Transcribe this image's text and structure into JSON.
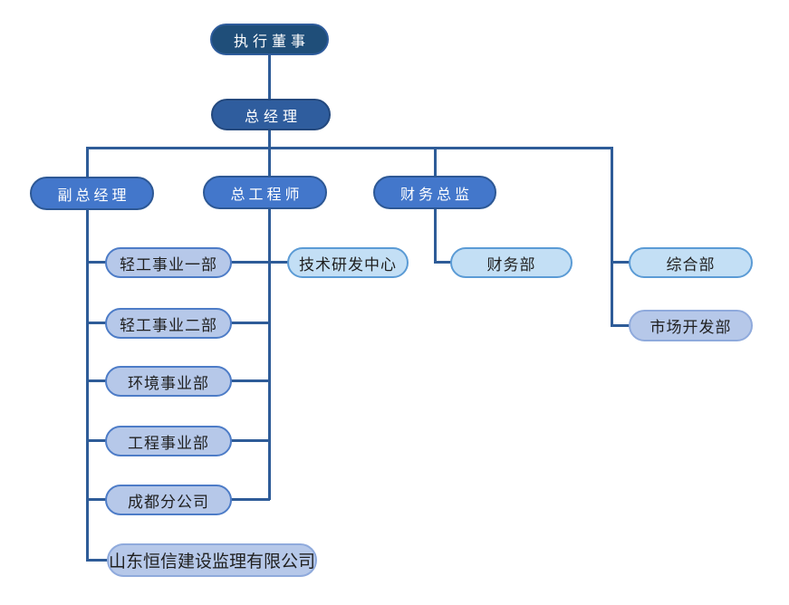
{
  "colors": {
    "line-color": "#2E5C98",
    "level1-fill": "#1F4E79",
    "level1-border": "#2E5C9C",
    "level2-fill": "#2F5D9E",
    "level2-border": "#24497E",
    "level3-fill": "#4377CB",
    "level3-border": "#2D5895",
    "periwinkle-fill": "#B6C8E9",
    "periwinkle-border": "#4D7CC7",
    "periwinkle-light-border": "#8FAADC",
    "sky-fill": "#C3DFF5",
    "sky-border": "#5B9BD5",
    "text-dark": "#1F1F1F"
  },
  "nodes": {
    "executive_director": {
      "label": "执行董事"
    },
    "general_manager": {
      "label": "总经理"
    },
    "deputy_general_manager": {
      "label": "副总经理"
    },
    "chief_engineer": {
      "label": "总工程师"
    },
    "finance_director": {
      "label": "财务总监"
    },
    "light_industry_dept_1": {
      "label": "轻工事业一部"
    },
    "light_industry_dept_2": {
      "label": "轻工事业二部"
    },
    "environment_dept": {
      "label": "环境事业部"
    },
    "engineering_dept": {
      "label": "工程事业部"
    },
    "chengdu_branch": {
      "label": "成都分公司"
    },
    "shandong_hengxin_supervision": {
      "label": "山东恒信建设监理有限公司"
    },
    "tech_rd_center": {
      "label": "技术研发中心"
    },
    "finance_dept": {
      "label": "财务部"
    },
    "general_affairs_dept": {
      "label": "综合部"
    },
    "market_dev_dept": {
      "label": "市场开发部"
    }
  },
  "edges": [
    [
      "executive_director",
      "general_manager"
    ],
    [
      "general_manager",
      "deputy_general_manager"
    ],
    [
      "general_manager",
      "chief_engineer"
    ],
    [
      "general_manager",
      "finance_director"
    ],
    [
      "general_manager",
      "general_affairs_dept"
    ],
    [
      "general_manager",
      "market_dev_dept"
    ],
    [
      "deputy_general_manager",
      "light_industry_dept_1"
    ],
    [
      "deputy_general_manager",
      "light_industry_dept_2"
    ],
    [
      "deputy_general_manager",
      "environment_dept"
    ],
    [
      "deputy_general_manager",
      "engineering_dept"
    ],
    [
      "deputy_general_manager",
      "chengdu_branch"
    ],
    [
      "deputy_general_manager",
      "shandong_hengxin_supervision"
    ],
    [
      "chief_engineer",
      "tech_rd_center"
    ],
    [
      "chief_engineer",
      "light_industry_dept_1"
    ],
    [
      "chief_engineer",
      "light_industry_dept_2"
    ],
    [
      "chief_engineer",
      "environment_dept"
    ],
    [
      "chief_engineer",
      "engineering_dept"
    ],
    [
      "chief_engineer",
      "chengdu_branch"
    ],
    [
      "finance_director",
      "finance_dept"
    ]
  ]
}
